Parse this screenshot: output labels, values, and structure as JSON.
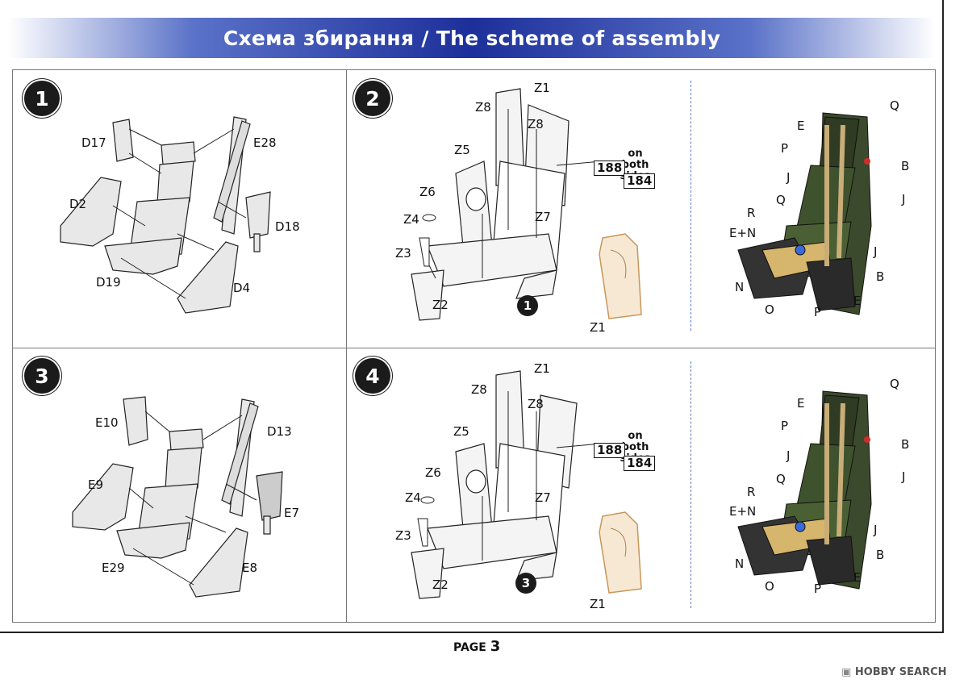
{
  "header": {
    "title": "Схема збирання / The scheme of assembly"
  },
  "steps": [
    {
      "number": "1",
      "labels": [
        "D17",
        "E28",
        "D2",
        "D18",
        "D19",
        "D4"
      ]
    },
    {
      "number": "2",
      "labels": [
        "Z1",
        "Z8",
        "Z8",
        "Z5",
        "Z6",
        "Z4",
        "Z7",
        "Z3",
        "Z2",
        "Z1"
      ],
      "sub_step": "1",
      "note": "on both sides",
      "refs": [
        "188",
        "184"
      ],
      "colors": [
        "Q",
        "E",
        "B",
        "P",
        "J",
        "J",
        "Q",
        "R",
        "E+N",
        "J",
        "B",
        "N",
        "O",
        "P",
        "E"
      ]
    },
    {
      "number": "3",
      "labels": [
        "E10",
        "D13",
        "E9",
        "E7",
        "E29",
        "E8"
      ]
    },
    {
      "number": "4",
      "labels": [
        "Z1",
        "Z8",
        "Z8",
        "Z5",
        "Z6",
        "Z4",
        "Z7",
        "Z3",
        "Z2",
        "Z1"
      ],
      "sub_step": "3",
      "note": "on both sides",
      "refs": [
        "188",
        "184"
      ],
      "colors": [
        "Q",
        "E",
        "B",
        "P",
        "J",
        "J",
        "Q",
        "R",
        "E+N",
        "J",
        "B",
        "N",
        "O",
        "P",
        "E"
      ]
    }
  ],
  "footer": {
    "page_label": "PAGE",
    "page_number": "3"
  },
  "watermark": {
    "text": "HOBBY SEARCH"
  }
}
